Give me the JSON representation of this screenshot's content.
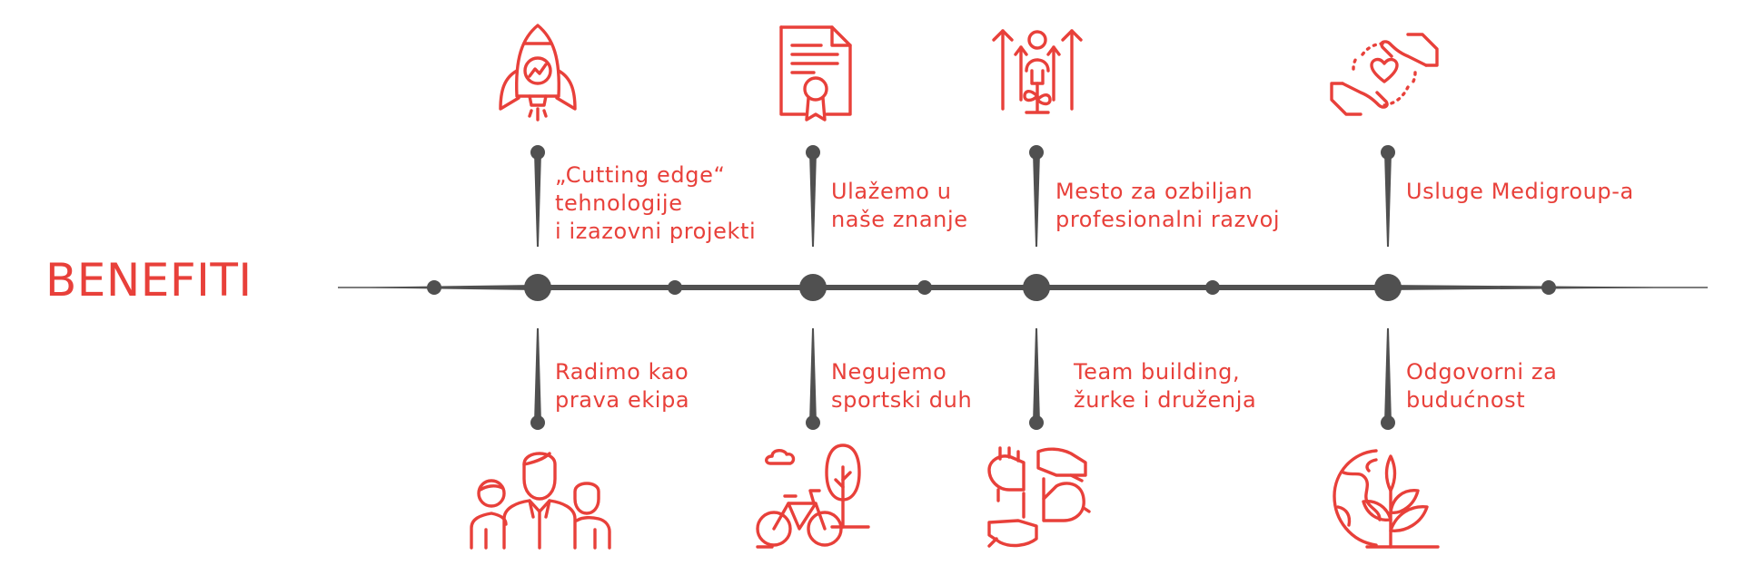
{
  "title": "BENEFITI",
  "colors": {
    "accent": "#e8403a",
    "line": "#505050"
  },
  "benefits": [
    {
      "label": "„Cutting edge“\ntehnologije\ni izazovni projekti",
      "icon": "rocket-icon",
      "position": "top"
    },
    {
      "label": "Ulažemo u\nnaše znanje",
      "icon": "certificate-icon",
      "position": "top"
    },
    {
      "label": "Mesto za ozbiljan\nprofesionalni razvoj",
      "icon": "growth-person-icon",
      "position": "top"
    },
    {
      "label": "Usluge Medigroup-a",
      "icon": "heart-care-hands-icon",
      "position": "top"
    },
    {
      "label": "Radimo kao\nprava ekipa",
      "icon": "team-people-icon",
      "position": "bottom"
    },
    {
      "label": "Negujemo\nsportski duh",
      "icon": "bicycle-tree-icon",
      "position": "bottom"
    },
    {
      "label": "Team building,\nžurke i druženja",
      "icon": "hands-together-icon",
      "position": "bottom"
    },
    {
      "label": "Odgovorni za\nbudućnost",
      "icon": "globe-plant-icon",
      "position": "bottom"
    }
  ]
}
